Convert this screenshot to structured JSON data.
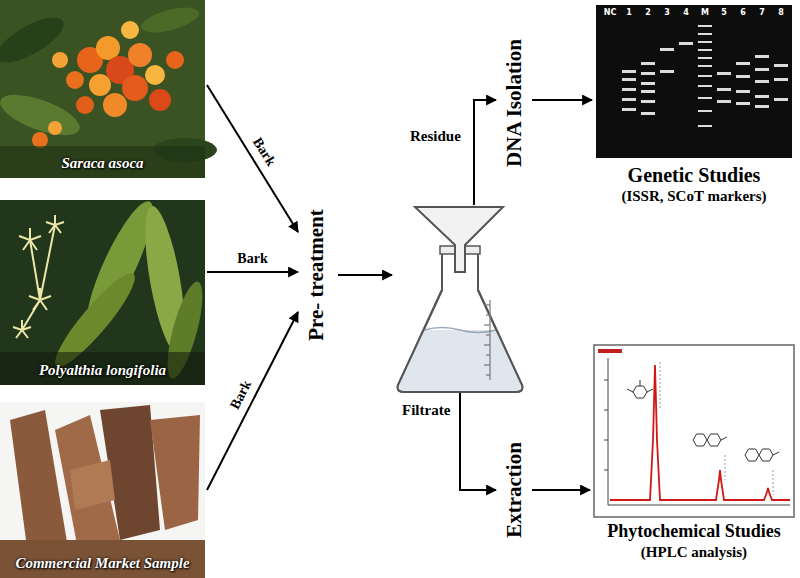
{
  "diagram": {
    "nodes": [
      {
        "text": [
          "Saraca asoca"
        ]
      },
      {
        "text": [
          "Polyalthia longifolia"
        ]
      },
      {
        "text": [
          "Commercial Market Sample"
        ]
      },
      {
        "text": [
          "Pre- treatment"
        ]
      },
      {
        "text": [
          "DNA Isolation"
        ]
      },
      {
        "text": [
          "Genetic Studies",
          "(ISSR, SCoT markers)"
        ]
      },
      {
        "text": [
          "Extraction"
        ]
      },
      {
        "text": [
          "Phytochemical Studies",
          "(HPLC analysis)"
        ]
      }
    ],
    "edges": [
      {
        "from": 0,
        "to": 3,
        "label": "Bark",
        "arrow": "to"
      },
      {
        "from": 1,
        "to": 3,
        "label": "Bark",
        "arrow": "to"
      },
      {
        "from": 2,
        "to": 3,
        "label": "Bark",
        "arrow": "to"
      },
      {
        "from": 4,
        "to": 5,
        "arrow": "to"
      },
      {
        "from": 6,
        "to": 7,
        "arrow": "to"
      }
    ],
    "labels": [
      "Residue",
      "Filtrate",
      "NC",
      "1",
      "2",
      "3",
      "4",
      "M",
      "5",
      "6",
      "7",
      "8"
    ]
  }
}
